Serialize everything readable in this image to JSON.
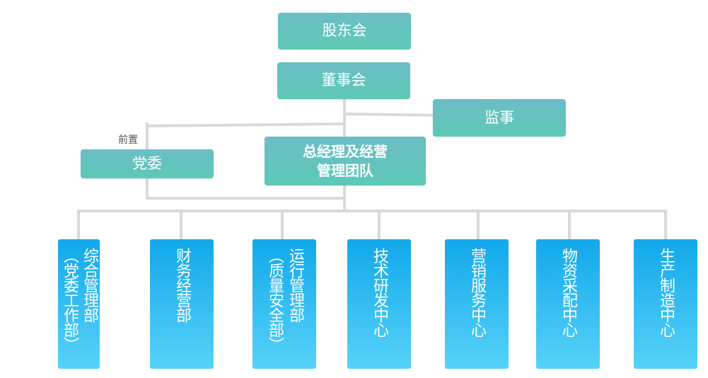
{
  "top": {
    "shareholders": "股东会",
    "board": "董事会",
    "supervisor": "监事",
    "party_committee": "党委",
    "party_note": "前置",
    "gm_line1": "总经理及经营",
    "gm_line2": "管理团队"
  },
  "departments": [
    {
      "col1": "综合管理部",
      "col2": "（党委工作部）"
    },
    {
      "col1": "财务经营部"
    },
    {
      "col1": "运行管理部",
      "col2": "（质量安全部）"
    },
    {
      "col1": "技术研发中心"
    },
    {
      "col1": "营销服务中心"
    },
    {
      "col1": "物资采配中心"
    },
    {
      "col1": "生产制造中心"
    }
  ],
  "colors": {
    "top_box": "#5ec9b6",
    "dept_box": "#12a8ea",
    "connector": "#d9d9d9"
  }
}
